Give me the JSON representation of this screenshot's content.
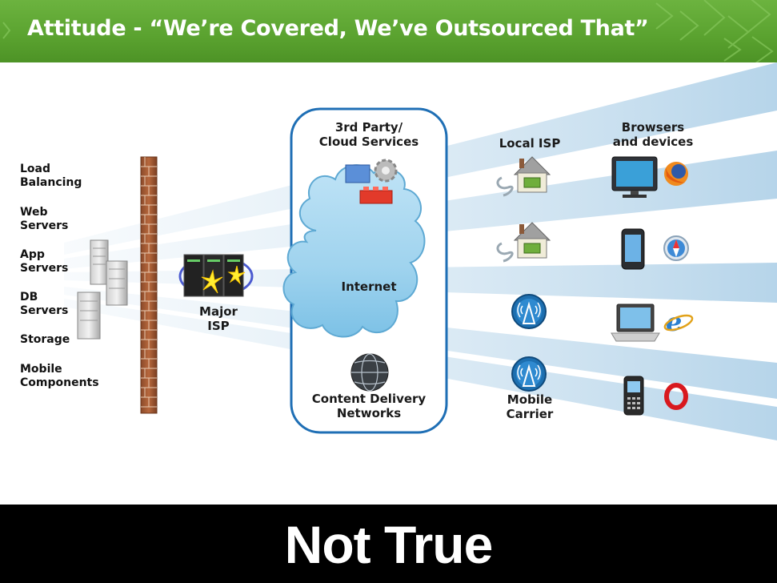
{
  "slide": {
    "title": "Attitude  - “We’re Covered, We’ve Outsourced That”",
    "accent_green": "#5aa22f",
    "footer_bg": "#000000"
  },
  "left_stack": {
    "labels": [
      "Load Balancing",
      "Web Servers",
      "App Servers",
      "DB Servers",
      "Storage",
      "Mobile Components"
    ]
  },
  "major_isp": {
    "label_line1": "Major",
    "label_line2": "ISP"
  },
  "cloud_box": {
    "top_line1": "3rd Party/",
    "top_line2": "Cloud Services",
    "middle": "Internet",
    "bottom_line1": "Content Delivery",
    "bottom_line2": "Networks",
    "border_color": "#1f6fb5"
  },
  "columns": {
    "local_isp": "Local ISP",
    "browsers_line1": "Browsers",
    "browsers_line2": "and devices",
    "mobile_line1": "Mobile",
    "mobile_line2": "Carrier"
  },
  "rows": [
    {
      "access": "house-icon",
      "device": "monitor-icon",
      "browser": "firefox-icon"
    },
    {
      "access": "house-icon",
      "device": "smartphone-icon",
      "browser": "safari-icon"
    },
    {
      "access": "cell-tower-icon",
      "device": "laptop-icon",
      "browser": "internet-explorer-icon"
    },
    {
      "access": "cell-tower-icon",
      "device": "feature-phone-icon",
      "browser": "opera-icon"
    }
  ],
  "footer": {
    "text": "Not True"
  }
}
